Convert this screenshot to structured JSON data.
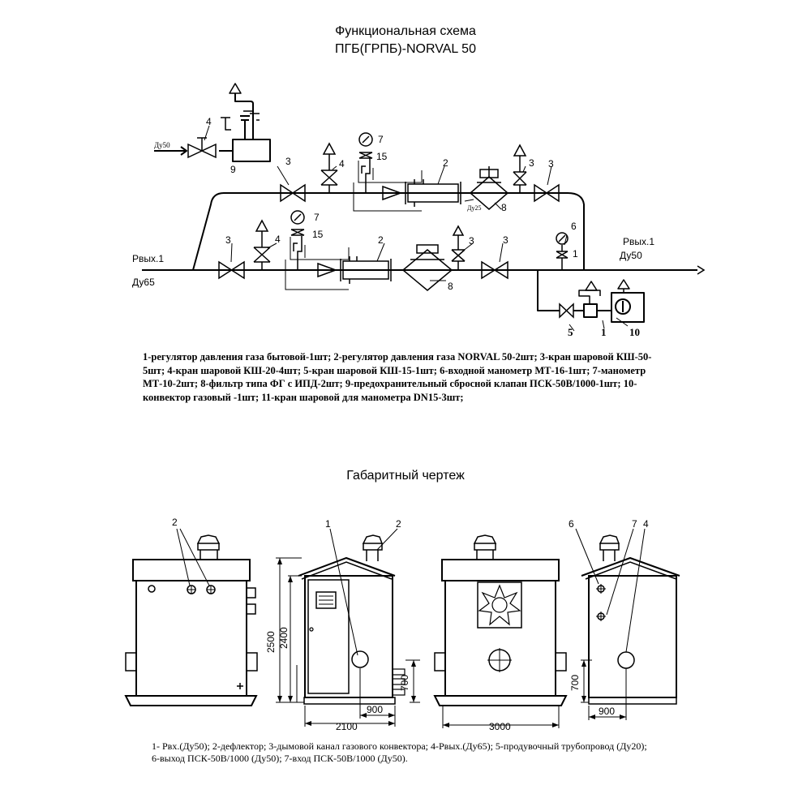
{
  "title": {
    "line1": "Функциональная схема",
    "line2": "ПГБ(ГРПБ)-NORVAL 50"
  },
  "scheme": {
    "du50_in": "Ду50",
    "out_left_label": "Рвых.1",
    "out_left_size": "Ду65",
    "out_right_label": "Рвых.1",
    "out_right_size": "Ду50",
    "du25": "Ду25",
    "n1": "1",
    "n2": "2",
    "n3": "3",
    "n4": "4",
    "n5": "5",
    "n6": "6",
    "n7": "7",
    "n8": "8",
    "n9": "9",
    "n10": "10",
    "n15": "15"
  },
  "legend": "1-регулятор давления газа бытовой-1шт; 2-регулятор давления газа NORVAL 50-2шт; 3-кран шаровой КШ-50-5шт; 4-кран шаровой КШ-20-4шт; 5-кран шаровой КШ-15-1шт; 6-входной манометр МТ-16-1шт; 7-манометр МТ-10-2шт; 8-фильтр типа ФГ с ИПД-2шт; 9-предохранительный сбросной клапан ПСК-50В/1000-1шт; 10-конвектор газовый -1шт; 11-кран шаровой для манометра DN15-3шт;",
  "drawing": {
    "subtitle": "Габаритный чертеж",
    "dim_2500": "2500",
    "dim_2400": "2400",
    "dim_700": "700",
    "dim_900": "900",
    "dim_2100": "2100",
    "dim_3000": "3000",
    "c1": "1",
    "c2": "2",
    "c4": "4",
    "c6": "6",
    "c7": "7"
  },
  "legend2": {
    "line1": "1- Рвх.(Ду50); 2-дефлектор; 3-дымовой канал газового конвектора; 4-Рвых.(Ду65); 5-продувочный трубопровод (Ду20);",
    "line2": "6-выход ПСК-50В/1000 (Ду50); 7-вход ПСК-50В/1000 (Ду50)."
  }
}
